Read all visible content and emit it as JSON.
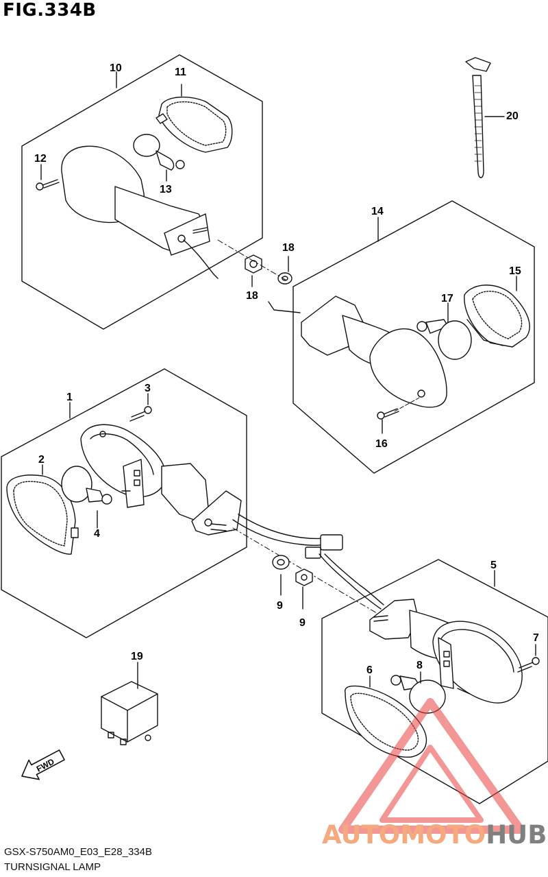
{
  "figure": {
    "title": "FIG.334B",
    "model_code": "GSX-S750AM0_E03_E28_334B",
    "name": "TURNSIGNAL LAMP"
  },
  "callouts": {
    "c1": "1",
    "c2": "2",
    "c3": "3",
    "c4": "4",
    "c5": "5",
    "c6": "6",
    "c7": "7",
    "c8": "8",
    "c9a": "9",
    "c9b": "9",
    "c10": "10",
    "c11": "11",
    "c12": "12",
    "c13": "13",
    "c14": "14",
    "c15": "15",
    "c16": "16",
    "c17": "17",
    "c18a": "18",
    "c18b": "18",
    "c19": "19",
    "c20": "20"
  },
  "fwd_label": "FWD",
  "watermark": {
    "part1": "AUTOMOTO",
    "part2": "HUB",
    "color_primary": "#f08a63",
    "color_secondary": "#7f8080"
  }
}
